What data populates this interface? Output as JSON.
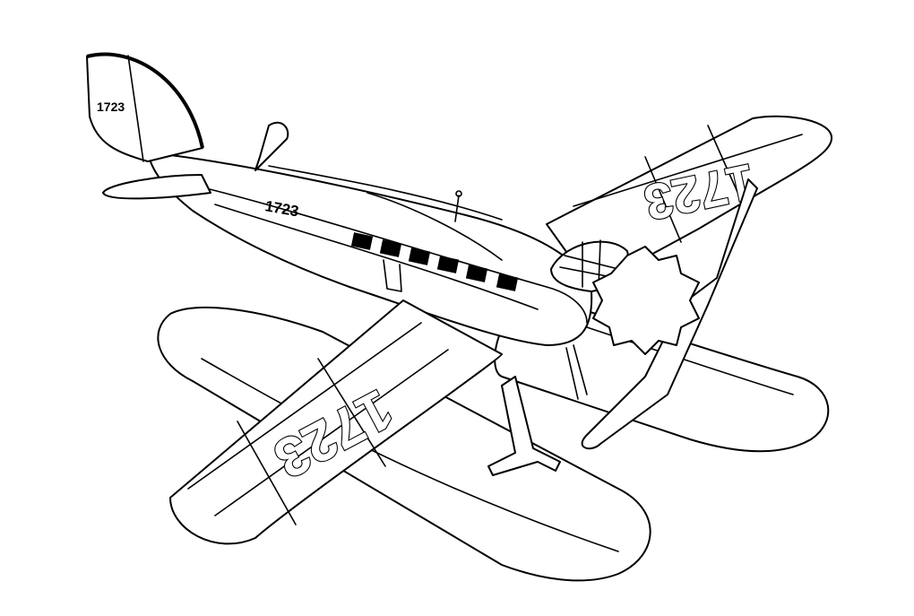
{
  "figure": {
    "tail_number": "1723",
    "fuselage_number": "1723",
    "right_wing_number": "1723",
    "left_wing_number": "1723"
  },
  "colors": {
    "stroke": "#000000",
    "background": "#ffffff",
    "window": "#111111"
  }
}
